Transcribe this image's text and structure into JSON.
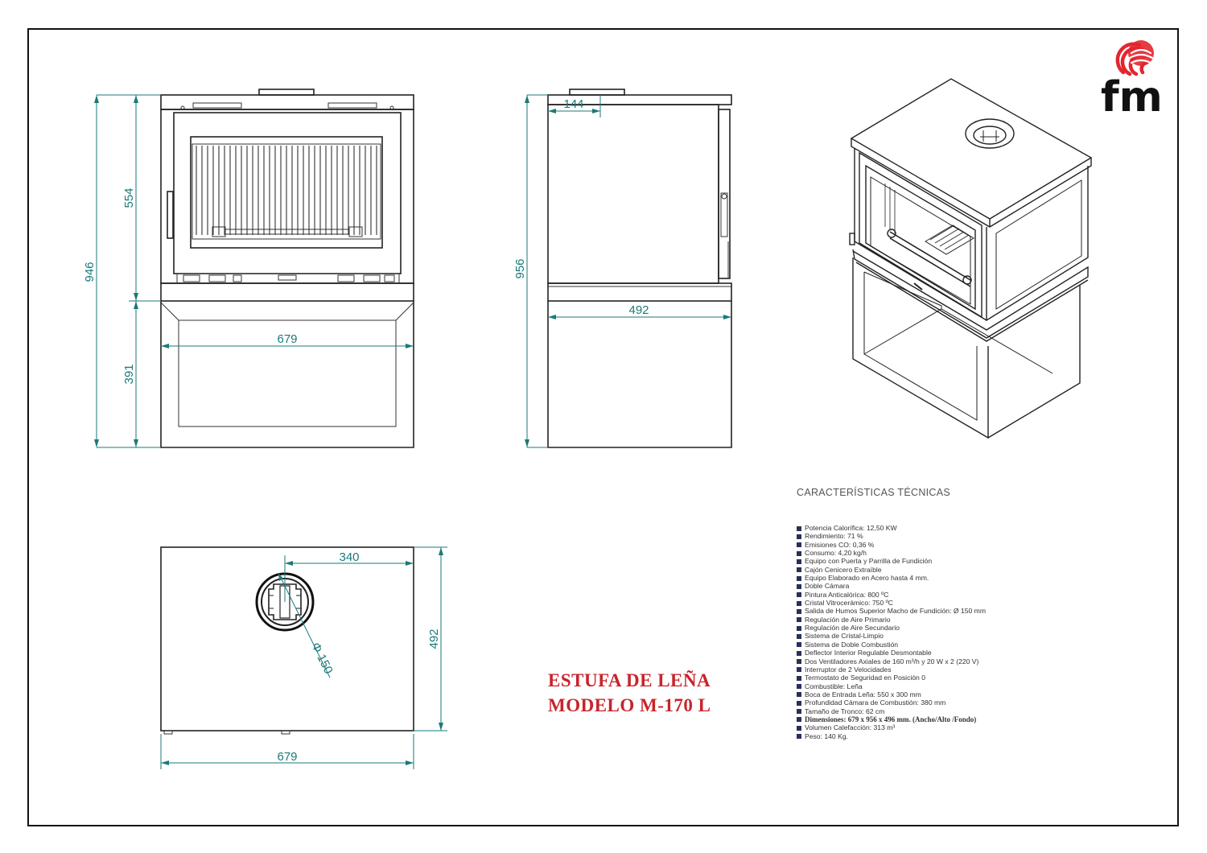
{
  "drawing": {
    "front_view": {
      "height_total": "946",
      "height_upper": "554",
      "height_lower": "391",
      "width": "679"
    },
    "side_view": {
      "height_total": "956",
      "flue_offset": "144",
      "depth": "492"
    },
    "top_view": {
      "flue_offset": "340",
      "depth": "492",
      "width": "679",
      "flue_diameter": "Φ 150"
    }
  },
  "specs": {
    "title": "CARACTERÍSTICAS TÉCNICAS",
    "items": [
      "Potencia Calorífica: 12,50 KW",
      "Rendimiento: 71 %",
      "Emisiones CO: 0,36 %",
      "Consumo: 4,20 kg/h",
      "Equipo con Puerta y Parrilla de Fundición",
      "Cajón Cenicero  Extraíble",
      "Equipo Elaborado en Acero hasta 4 mm.",
      "Doble Cámara",
      "Pintura Anticalórica: 800 ºC",
      "Cristal Vitrocerámico: 750 ºC",
      "Salida de Humos Superior  Macho de Fundición: Ø 150 mm",
      "Regulación de Aire Primario",
      "Regulación  de Aire Secundario",
      "Sistema de Cristal-Limpio",
      "Sistema de Doble Combustión",
      "Deflector Interior Regulable Desmontable",
      "Dos Ventiladores Axiales de 160 m³/h y 20 W x 2 (220 V)",
      "Interruptor de 2 Velocidades",
      "Termostato de Seguridad en Posición 0",
      "Combustible: Leña",
      "Boca de Entrada Leña: 550 x 300 mm",
      "Profundidad Cámara de Combustión: 380 mm",
      "Tamaño de Tronco: 62 cm",
      "Dimensiones: 679 x 956 x 496 mm. (Ancho/Alto /Fondo)",
      "Volumen Calefacción: 313 m³",
      "Peso: 140 Kg."
    ],
    "bold_index": 23
  },
  "model": {
    "line1": "ESTUFA DE LEÑA",
    "line2": "MODELO  M-170 L"
  },
  "logo": {
    "text": "fm",
    "color": "#e3262f"
  },
  "colors": {
    "dimension": "#1b7a78",
    "line": "#222222",
    "model_title": "#c8242b",
    "bullet": "#2a2f5a"
  }
}
